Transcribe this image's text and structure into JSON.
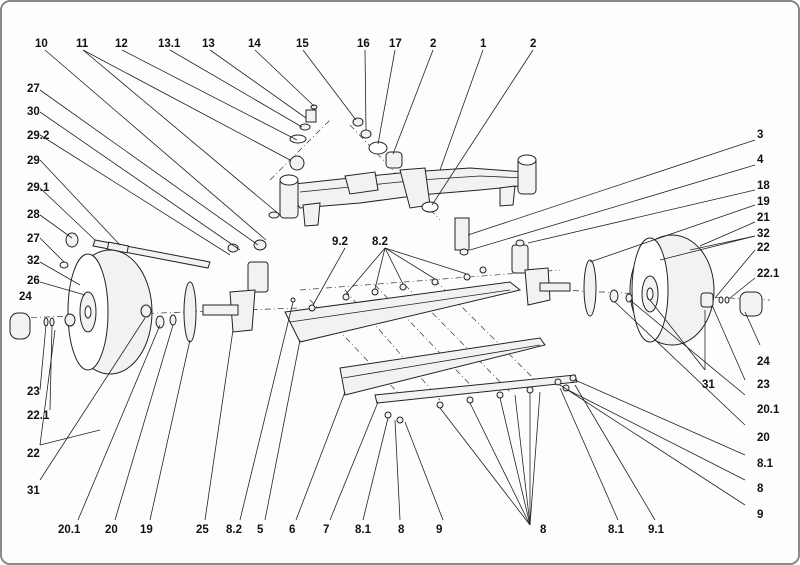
{
  "diagram": {
    "labels": {
      "l10": "10",
      "l11": "11",
      "l12": "12",
      "l13_1": "13.1",
      "l13": "13",
      "l14": "14",
      "l15": "15",
      "l16": "16",
      "l17": "17",
      "l2a": "2",
      "l1": "1",
      "l2b": "2",
      "l3": "3",
      "l4": "4",
      "l18": "18",
      "l19r": "19",
      "l21": "21",
      "l32r": "32",
      "l22r": "22",
      "l22_1r": "22.1",
      "l24r": "24",
      "l31r": "31",
      "l23r": "23",
      "l20_1r": "20.1",
      "l20r": "20",
      "l8_1r": "8.1",
      "l8r": "8",
      "l9r": "9",
      "l27a": "27",
      "l30": "30",
      "l29_2": "29.2",
      "l29": "29",
      "l29_1": "29.1",
      "l28": "28",
      "l27b": "27",
      "l32l": "32",
      "l26": "26",
      "l24l": "24",
      "l23l": "23",
      "l22_1l": "22.1",
      "l22l": "22",
      "l31l": "31",
      "l9_2": "9.2",
      "l8_2top": "8.2",
      "b20_1": "20.1",
      "b20": "20",
      "b19": "19",
      "b25": "25",
      "b8_2": "8.2",
      "b5": "5",
      "b6": "6",
      "b7": "7",
      "b8_1": "8.1",
      "b8a": "8",
      "b9": "9",
      "b8b": "8",
      "b8_1r": "8.1",
      "b9_1": "9.1"
    }
  }
}
